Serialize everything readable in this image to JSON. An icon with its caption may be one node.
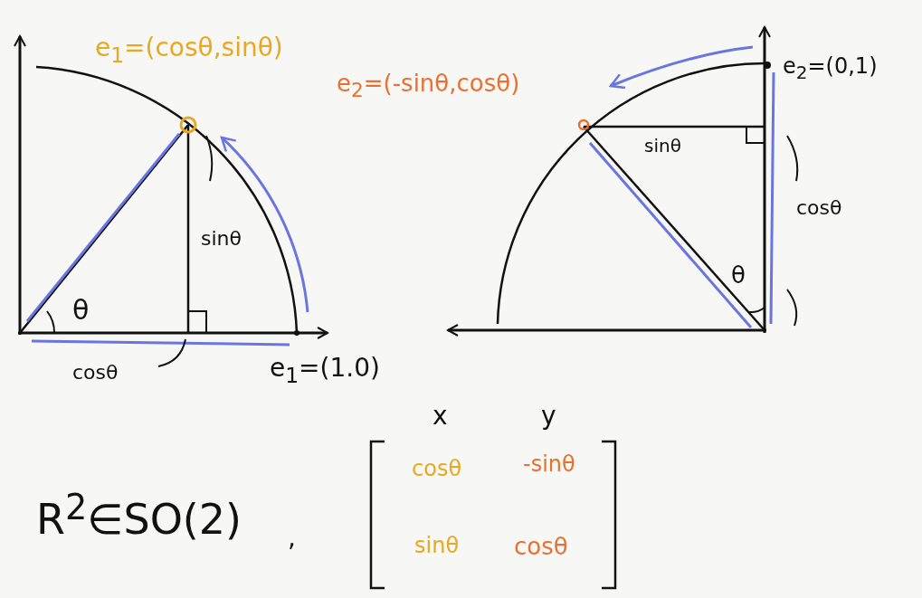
{
  "diagram": {
    "labels": [
      "e$_{1}$=(cosθ,sinθ)",
      "e$_{2}$=(-sinθ,cosθ)",
      "e$_{2}$=(0,1)",
      "sinθ",
      "sinθ",
      "cosθ",
      "θ",
      "θ",
      "cosθ",
      "e$_{1}$=(1.0)",
      "x",
      "y",
      "cosθ",
      "-sinθ",
      "R$^{2}$∈SO(2)",
      ",",
      "sinθ",
      "cosθ"
    ]
  }
}
